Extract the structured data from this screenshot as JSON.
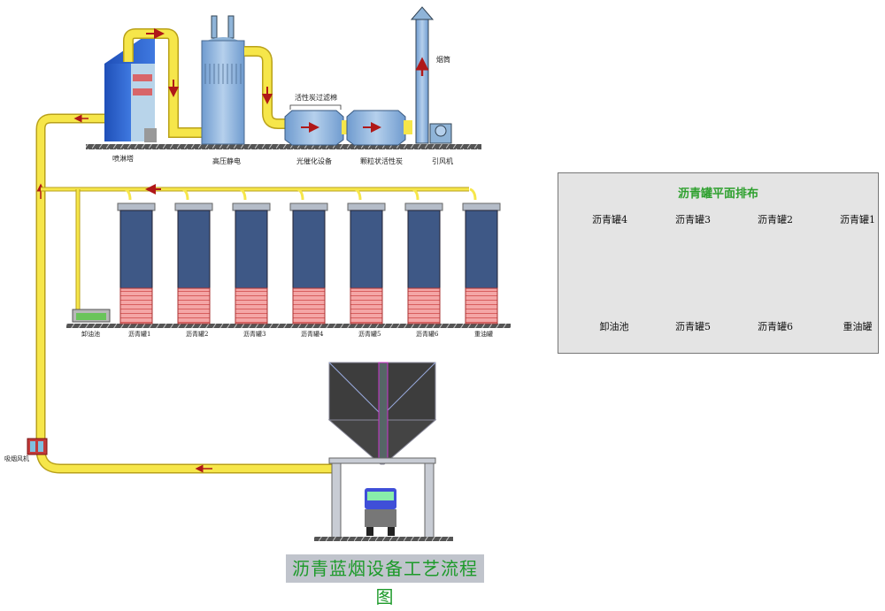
{
  "title": "沥青蓝烟设备工艺流程图",
  "colors": {
    "pipe": "#f6e64a",
    "pipe_edge": "#b9a11a",
    "equipment_blue": "#8fb4d8",
    "tower_blue": "#2a5fc8",
    "tank_dark": "#3e5886",
    "tank_heat": "#f0a0a0",
    "ground": "#444444",
    "title_green": "#1d9a2a",
    "panel_bg": "#e4e4e4",
    "flow_arrow": "#b01818"
  },
  "process_equipment": [
    {
      "id": "spray-tower",
      "label": "喷淋塔"
    },
    {
      "id": "electrostatic",
      "label": "高压静电"
    },
    {
      "id": "photocatalytic",
      "label": "光催化设备"
    },
    {
      "id": "carbon-granule",
      "label": "颗粒状活性炭"
    },
    {
      "id": "induced-fan",
      "label": "引风机"
    }
  ],
  "filter_group_label": "活性炭过滤棉",
  "chimney_label": "烟筒",
  "suction_fan_label": "吸烟风机",
  "tank_row": {
    "pool_label": "卸油池",
    "tanks": [
      "沥青罐1",
      "沥青罐2",
      "沥青罐3",
      "沥青罐4",
      "沥青罐5",
      "沥青罐6",
      "重油罐"
    ]
  },
  "layout_panel": {
    "title": "沥青罐平面排布",
    "top_row": [
      "沥青罐4",
      "沥青罐3",
      "沥青罐2",
      "沥青罐1"
    ],
    "bottom_row": [
      "卸油池",
      "沥青罐5",
      "沥青罐6",
      "重油罐"
    ]
  }
}
